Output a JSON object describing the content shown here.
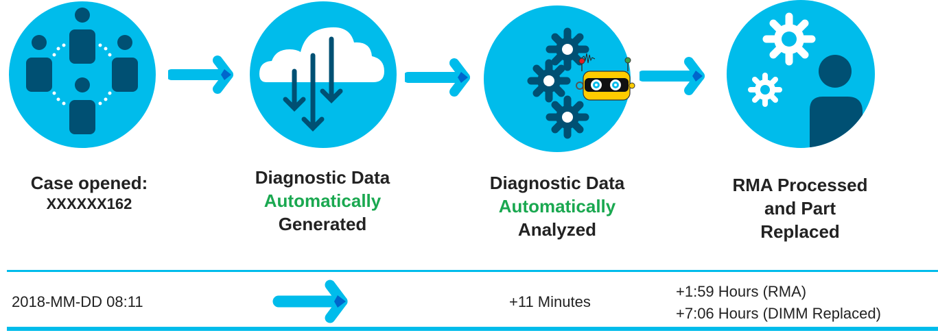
{
  "stages": [
    {
      "line1": "Case opened:",
      "line2": "XXXXXX162",
      "icon": "people-collaboration-icon"
    },
    {
      "line1": "Diagnostic Data",
      "line2": "Automatically",
      "line3": "Generated",
      "icon": "cloud-download-icon"
    },
    {
      "line1": "Diagnostic Data",
      "line2": "Automatically",
      "line3": "Analyzed",
      "icon": "gears-robot-icon"
    },
    {
      "line1": "RMA Processed",
      "line2": "and Part",
      "line3": "Replaced",
      "icon": "person-gears-icon"
    }
  ],
  "timeline": {
    "start": "2018-MM-DD 08:11",
    "analyzed": "+11 Minutes",
    "rma": "+1:59 Hours (RMA)",
    "replaced": "+7:06 Hours (DIMM Replaced)"
  },
  "colors": {
    "circle": "#00bceb",
    "dark_icon": "#005073",
    "highlight": "#1aa850",
    "arrow_tip": "#0066cc"
  }
}
